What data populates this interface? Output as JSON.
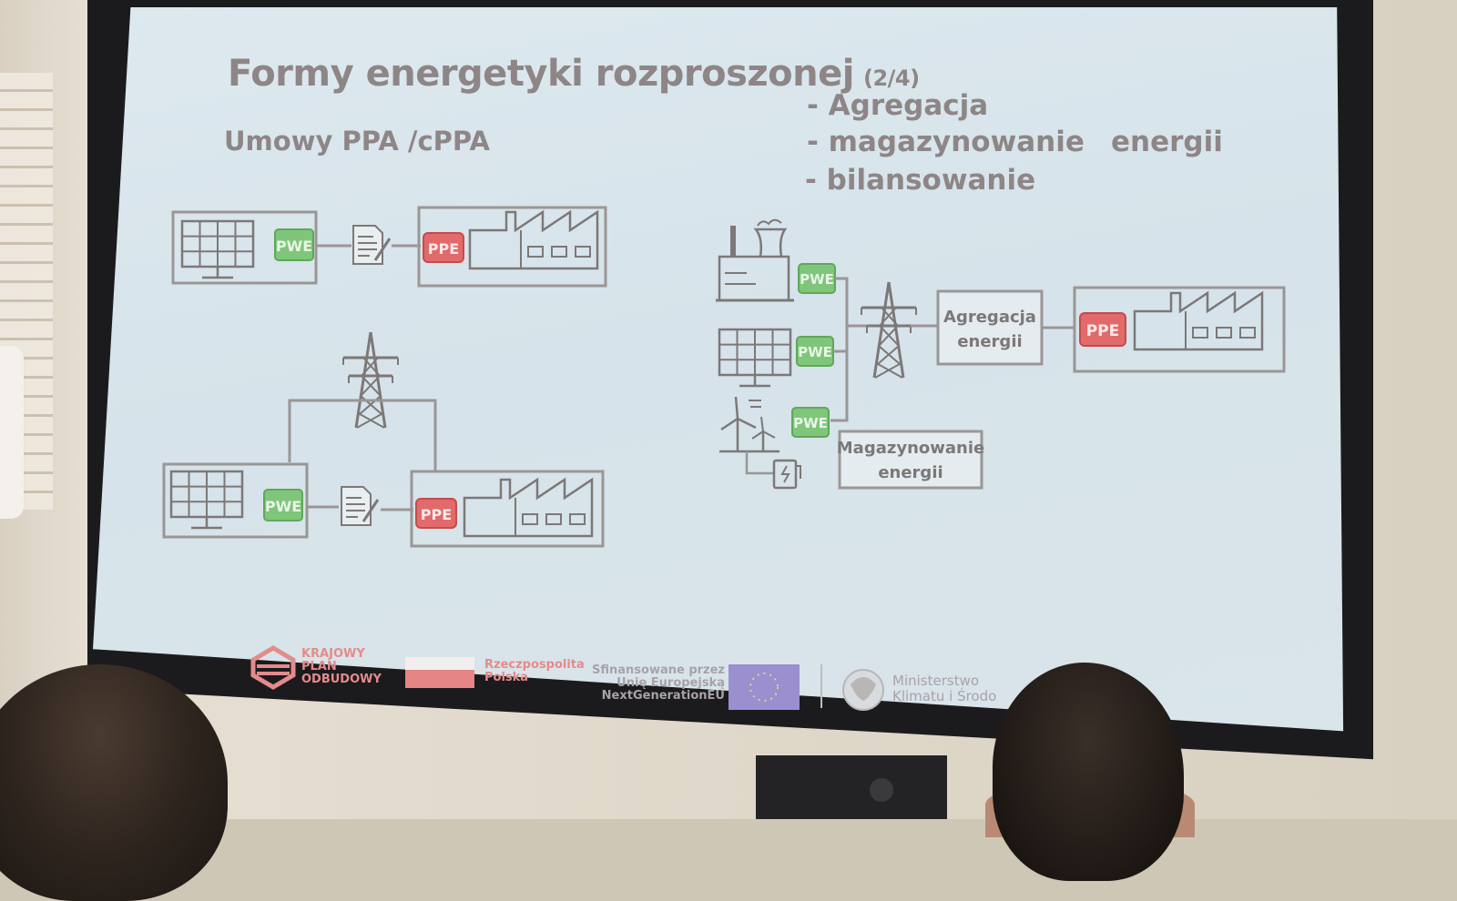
{
  "slide": {
    "title": "Formy energetyki rozproszonej",
    "title_page": "(2/4)",
    "subtitle": "Umowy PPA /cPPA",
    "bullets": [
      "- Agregacja",
      "- magazynowanie",
      "energii",
      "- bilansowanie"
    ]
  },
  "diagram": {
    "pwe_label": "PWE",
    "ppe_label": "PPE",
    "agregacja_label_1": "Agregacja",
    "agregacja_label_2": "energii",
    "magazynowanie_label_1": "Magazynowanie",
    "magazynowanie_label_2": "energii",
    "colors": {
      "pwe": "#7fc67a",
      "ppe": "#e26a6a",
      "line": "#9b9696",
      "icon": "#7d7878"
    }
  },
  "footer": {
    "kpo_lines": [
      "KRAJOWY",
      "PLAN",
      "ODBUDOWY"
    ],
    "rp_lines": [
      "Rzeczpospolita",
      "Polska"
    ],
    "eu_lines": [
      "Sfinansowane przez",
      "Unię Europejską",
      "NextGenerationEU"
    ],
    "ministry_lines": [
      "Ministerstwo",
      "Klimatu i Środo"
    ]
  }
}
